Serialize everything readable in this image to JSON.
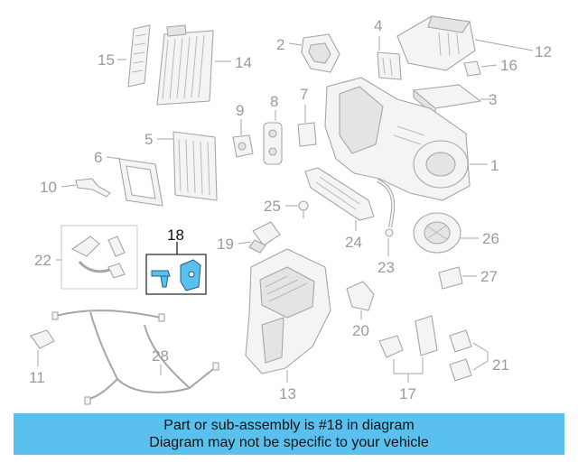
{
  "banner": {
    "line1": "Part or sub-assembly is #18 in diagram",
    "line2": "Diagram may not be specific to your vehicle"
  },
  "highlight_color": "#5ac1ef",
  "callouts": {
    "c1": "1",
    "c2": "2",
    "c3": "3",
    "c4": "4",
    "c5": "5",
    "c6": "6",
    "c7": "7",
    "c8": "8",
    "c9": "9",
    "c10": "10",
    "c11": "11",
    "c12": "12",
    "c13": "13",
    "c14": "14",
    "c15": "15",
    "c16": "16",
    "c17": "17",
    "c18": "18",
    "c19": "19",
    "c20": "20",
    "c21": "21",
    "c22": "22",
    "c23": "23",
    "c24": "24",
    "c25": "25",
    "c26": "26",
    "c27": "27",
    "c28": "28"
  }
}
